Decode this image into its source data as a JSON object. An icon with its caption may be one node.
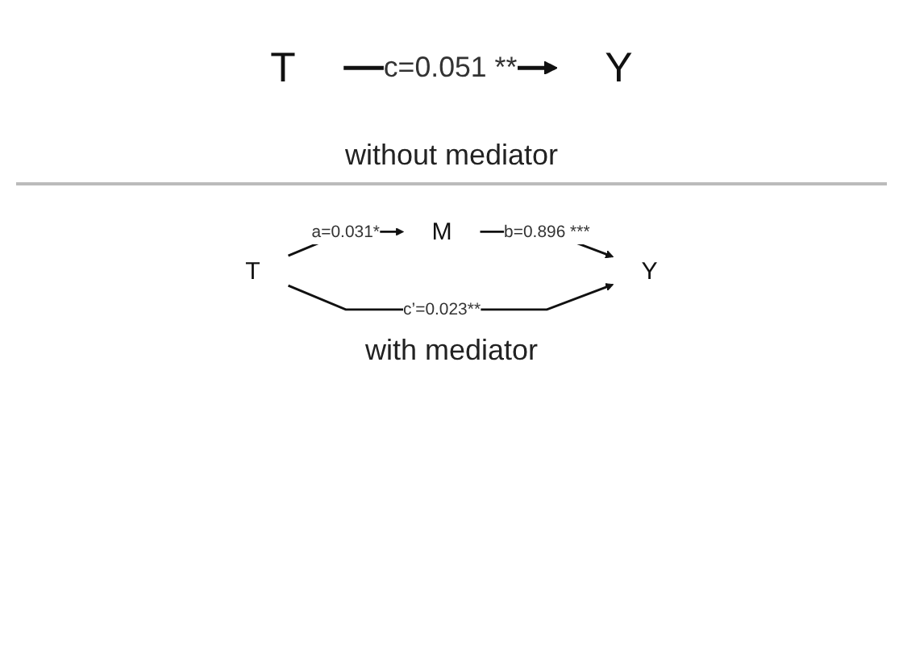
{
  "diagram": {
    "nodes": [
      {
        "text": [
          "T"
        ]
      },
      {
        "text": [
          "Y"
        ]
      },
      {
        "text": [
          "M"
        ]
      },
      {
        "text": [
          "T"
        ]
      },
      {
        "text": [
          "Y"
        ]
      }
    ],
    "edges": [
      {
        "from": 0,
        "to": 1,
        "arrow": "to",
        "label": "c=0.051 **"
      },
      {
        "from": 3,
        "to": 2,
        "arrow": "to",
        "label": "a=0.031*"
      },
      {
        "from": 2,
        "to": 4,
        "arrow": "to",
        "label": "b=0.896 ***"
      },
      {
        "from": 3,
        "to": 4,
        "arrow": "to",
        "label": "c’=0.023**"
      }
    ],
    "labels": [
      "without mediator",
      "with mediator"
    ]
  }
}
